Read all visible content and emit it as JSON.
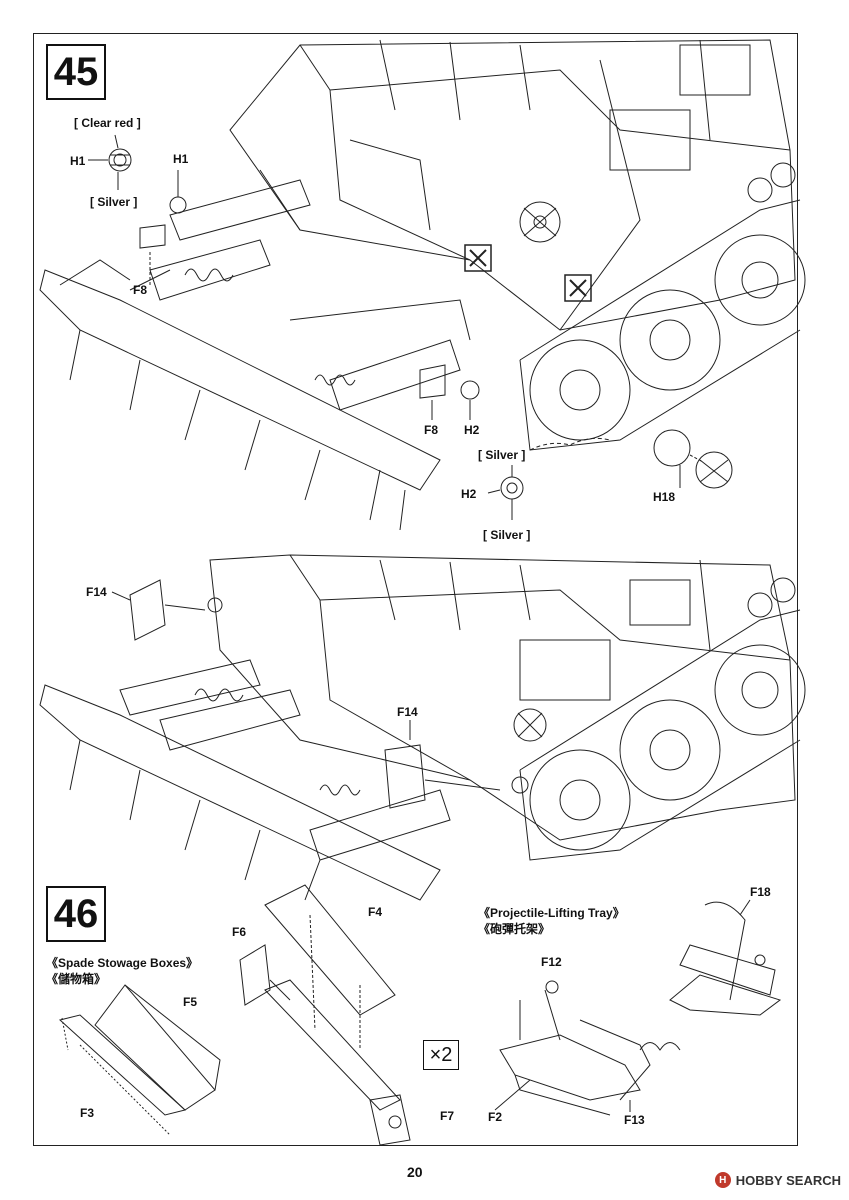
{
  "steps": [
    {
      "number": "45",
      "notes": {
        "clear_red": "[ Clear red ]",
        "silver_h1": "[ Silver ]",
        "silver_h2_top": "[ Silver ]",
        "silver_h2_bottom": "[ Silver ]"
      },
      "labels": {
        "h1_a": "H1",
        "h1_b": "H1",
        "f8_a": "F8",
        "f8_b": "F8",
        "h2_a": "H2",
        "h2_b": "H2",
        "h18": "H18",
        "f14_a": "F14",
        "f14_b": "F14"
      }
    },
    {
      "number": "46",
      "sections": {
        "spade_en": "《Spade Stowage Boxes》",
        "spade_cn": "《儲物箱》",
        "tray_en": "《Projectile-Lifting Tray》",
        "tray_cn": "《砲彈托架》"
      },
      "labels": {
        "f3": "F3",
        "f4": "F4",
        "f5": "F5",
        "f6": "F6",
        "f7": "F7",
        "f2": "F2",
        "f12": "F12",
        "f13": "F13",
        "f18": "F18"
      },
      "multiplier": "×2"
    }
  ],
  "page_number": "20",
  "watermark": "HOBBY SEARCH"
}
